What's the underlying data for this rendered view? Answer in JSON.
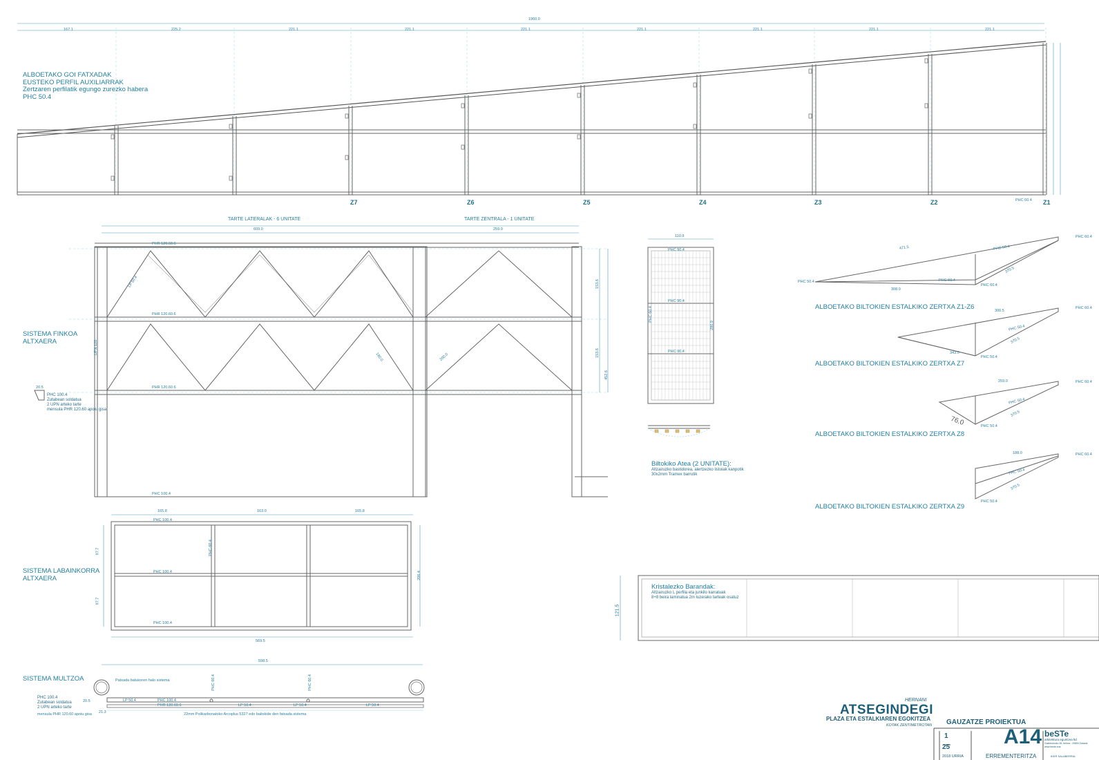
{
  "elevation": {
    "overall_dim": "1960.0",
    "bay_dims": [
      "167.1",
      "225.2",
      "221.1",
      "221.1",
      "221.1",
      "221.1",
      "221.1",
      "221.1",
      "221.1"
    ],
    "title_lines": [
      "ALBOETAKO GOI FATXADAK",
      "EUSTEKO PERFIL AUXILIARRAK",
      "Zertzaren perfilatik egungo zurezko habera",
      "PHC 50.4"
    ],
    "frame_labels": [
      "Z7",
      "Z6",
      "Z5",
      "Z4",
      "Z3",
      "Z2",
      "Z1"
    ],
    "profile_label": "PHC 60.4"
  },
  "fixed_system": {
    "span_labels": [
      "TARTE LATERALAK - 6 UNITATE",
      "TARTE ZENTRALA - 1 UNITATE"
    ],
    "span_dims": [
      "609.0",
      "259.0"
    ],
    "title_lines": [
      "SISTEMA FINKOA",
      "ALTXAERA"
    ],
    "top_chord": "PHR 120.60.6",
    "mid_chord": "PHR 120.60.6",
    "bottom_chord": "PHR 120.60.6",
    "base": "PHC 100.4",
    "post_label": "UPN 120",
    "diag_label": "LP 50.4",
    "diag_dims": [
      "180.0",
      "200.0"
    ],
    "side_dims": [
      "153.6",
      "153.6",
      "452.6"
    ],
    "detail_lines": [
      "PHC 100.4",
      "Zutabean soldatua",
      "2 UPN arteko tarte",
      "mensula PHR 120.60 apoiu gisa"
    ],
    "detail_dim": "20.5"
  },
  "door": {
    "width_dim": "110.9",
    "height_dim": "280.9",
    "label_top": "PHC 90.4",
    "label_mid": "PHC 90.4",
    "label_bot": "PHC 90.4",
    "label_side": "PHC 60.4",
    "title": "Biltokiko Atea (2 UNITATE):",
    "desc_lines": [
      "Altzairuzko bastidorea, alertzezko listoiak kanpotik",
      "30x2mm Tramex barrutik"
    ]
  },
  "trusses": [
    {
      "title": "ALBOETAKO BILTOKIEN ESTALKIKO ZERTXA Z1-Z6",
      "dims": [
        "471.5",
        "308.0",
        "370.5"
      ],
      "labels": [
        "PHC 60.4",
        "PHC 50.4",
        "PHC 60.4",
        "PHC 50.4",
        "PHC 50.4"
      ]
    },
    {
      "title": "ALBOETAKO BILTOKIEN ESTALKIKO ZERTXA Z7",
      "dims": [
        "300.5",
        "343.0",
        "370.5"
      ],
      "labels": [
        "PHC 60.4",
        "PHC 50.4",
        "PHC 50.4"
      ]
    },
    {
      "title": "ALBOETAKO BILTOKIEN ESTALKIKO ZERTXA Z8",
      "dims": [
        "259.0",
        "76.0",
        "370.5"
      ],
      "labels": [
        "PHC 60.4",
        "PHC 50.4",
        "PHC 50.4"
      ]
    },
    {
      "title": "ALBOETAKO BILTOKIEN ESTALKIKO ZERTXA Z9",
      "dims": [
        "188.0",
        "370.5"
      ],
      "labels": [
        "PHC 60.4",
        "PHC 50.4",
        "PHC 50.4"
      ]
    }
  ],
  "sliding_system": {
    "title_lines": [
      "SISTEMA LABAINKORRA",
      "ALTXAERA"
    ],
    "top_dims": [
      "165.8",
      "163.0",
      "165.8"
    ],
    "bottom_dim": "569.5",
    "height_dims": [
      "97.7",
      "97.7",
      "206.4"
    ],
    "labels": [
      "PHC 100.4",
      "PHC 100.4",
      "PHC 100.4",
      "PHC 60.4"
    ]
  },
  "railing": {
    "height_dim": "121.5",
    "title": "Kristalezko Barandak:",
    "desc_lines": [
      "Altzairuzko L perfila eta junkilo karratuak",
      "8+8 beira laminatua 2m luzerako tarteak osatuz"
    ]
  },
  "combined": {
    "title": "SISTEMA MULTZOA",
    "overall_dim": "598.5",
    "left_lines": [
      "PHC 100.4",
      "Zutabean soldatua",
      "2 UPN arteko tarte"
    ],
    "left_dims": [
      "20.5",
      "21.3"
    ],
    "note_top": "Patxada batukoren halo sistema",
    "note_bottom": "22mm Polikarbonatoko Arcoplus 5327 edo baliokide den fatxada sistema",
    "mensula_note": "mensula PHR 120.60 apoiu gisa",
    "inline_labels": [
      "LP 50.4",
      "PHC 100.4",
      "PHR 120.60.6",
      "LP 50.4",
      "LP 50.4",
      "LP 50.4",
      "PHC 60.4",
      "PHC 60.4"
    ]
  },
  "title_block": {
    "city": "HERNANI",
    "project": "ATSEGINDEGI",
    "subtitle": "PLAZA ETA ESTALKIAREN EGOKITZEA",
    "units_note": "KOTAK ZENTIMETROTAN",
    "phase": "GAUZATZE PROIEKTUA",
    "scale_num": "1",
    "scale_den": "25",
    "date": "2018 URRIA",
    "sheet_code": "A14",
    "sheet_name": "ERREMENTERITZA",
    "firm": "beSTe",
    "firm_tag": "arkitektura eguntzea ltd",
    "firm_address_lines": [
      "Gaztelutxoko 36, behea - 20800 Zarautz",
      "www.beste.eus"
    ],
    "signature_name": "IKER SALABERRIA"
  }
}
